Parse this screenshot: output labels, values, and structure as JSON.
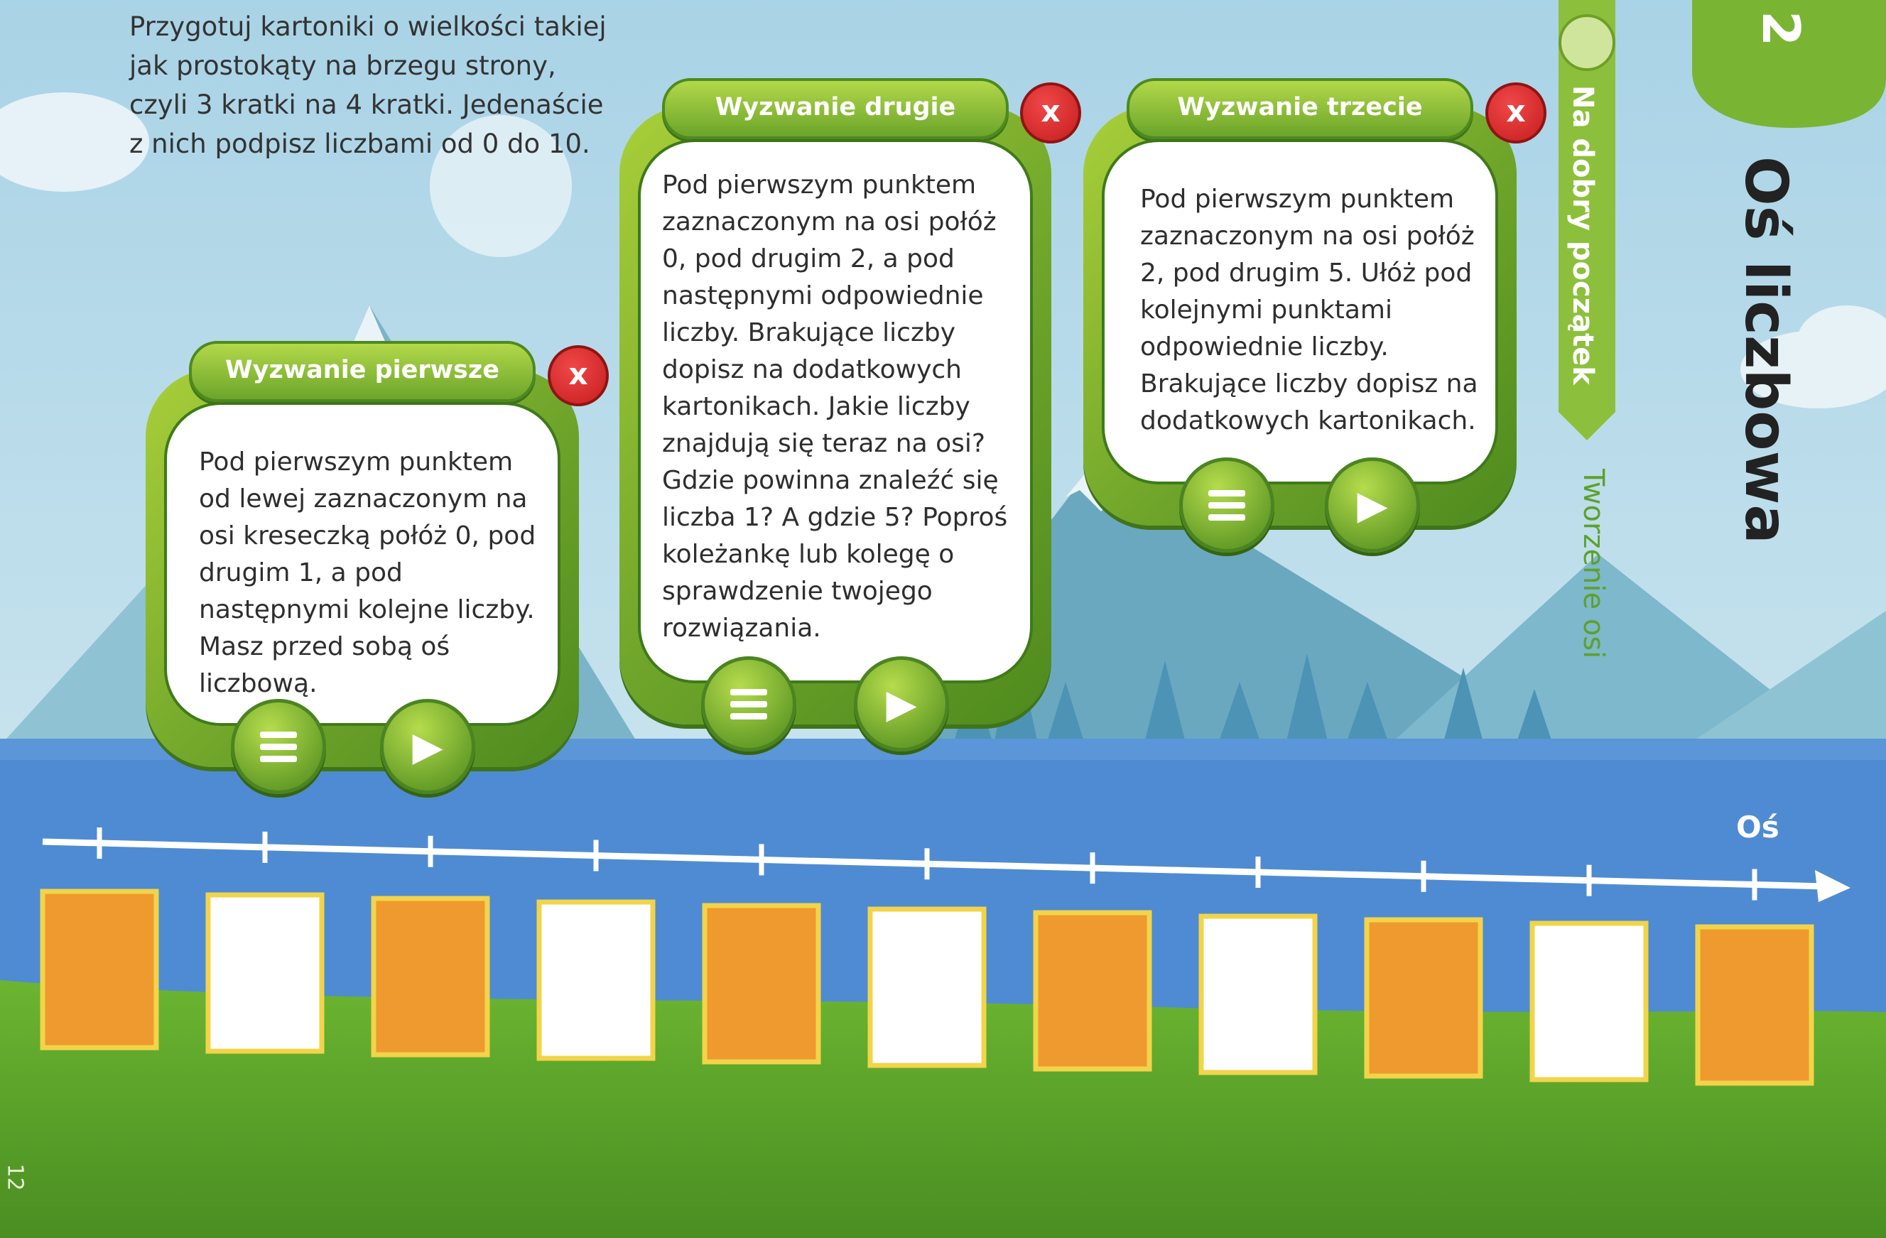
{
  "intro_text": "Przygotuj kartoniki o wielkości takiej jak prostokąty na brzegu strony, czyli 3 kratki na 4 kratki. Jedenaście z nich podpisz liczbami od 0 do 10.",
  "chapter": {
    "number": "2",
    "title": "Oś liczbowa",
    "section": "Na dobry początek",
    "subsection": "Tworzenie osi"
  },
  "challenges": [
    {
      "title": "Wyzwanie pierwsze",
      "close_icon": "x",
      "text": "Pod pierwszym punktem od lewej zaznaczonym na osi kreseczką połóż 0, pod drugim 1, a pod następnymi kolejne liczby. Masz przed sobą oś liczbową."
    },
    {
      "title": "Wyzwanie drugie",
      "close_icon": "x",
      "text": "Pod pierwszym punktem zaznaczonym na osi połóż 0, pod drugim 2, a pod następnymi odpowiednie liczby. Brakujące liczby dopisz na dodatkowych kartonikach. Jakie liczby znajdują się teraz na osi? Gdzie powinna znaleźć się liczba 1? A gdzie 5? Poproś koleżankę lub kolegę o sprawdzenie twojego rozwiązania."
    },
    {
      "title": "Wyzwanie trzecie",
      "close_icon": "x",
      "text": "Pod pierwszym punktem zaznaczonym na osi połóż 2, pod drugim 5. Ułóż pod kolejnymi punktami odpowiednie liczby. Brakujące liczby dopisz na dodatkowych kartonikach."
    }
  ],
  "axis": {
    "label": "Oś",
    "tick_count": 11,
    "cards": [
      "orange",
      "white",
      "orange",
      "white",
      "orange",
      "white",
      "orange",
      "white",
      "orange",
      "white",
      "orange"
    ]
  },
  "page_number": "12",
  "colors": {
    "sky": "#b9d9e6",
    "mountain": "#79b6cc",
    "river": "#4f8fd6",
    "grass": "#5ea832",
    "card_orange": "#ef9a2e",
    "card_border": "#f2d44a",
    "frame_green": "#7fb22e",
    "side_green": "#8cc03c"
  }
}
